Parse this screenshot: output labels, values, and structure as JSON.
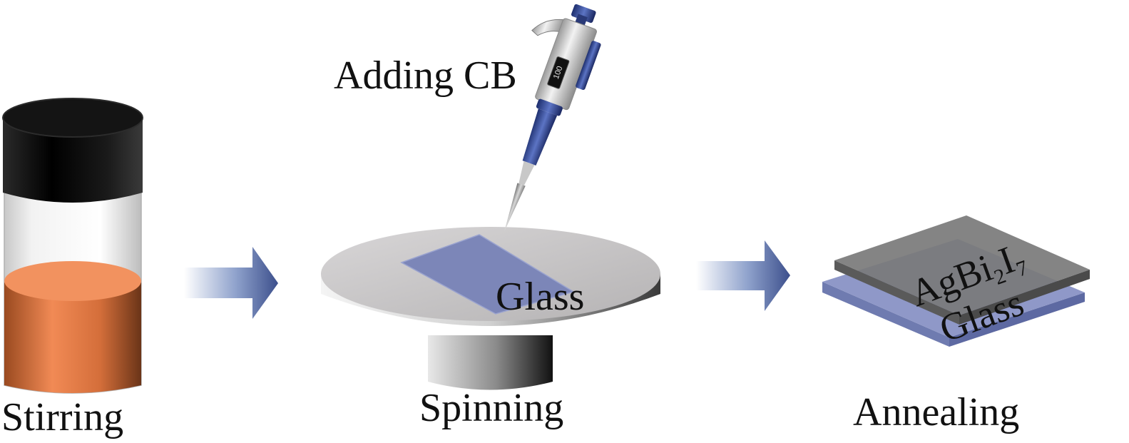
{
  "steps": {
    "stirring": {
      "label": "Stirring"
    },
    "spinning": {
      "label": "Spinning",
      "substrate_label": "Glass",
      "additive_label": "Adding CB",
      "pipette_display": "100"
    },
    "annealing": {
      "label": "Annealing",
      "film_formula": {
        "base": "AgBi",
        "sub1": "2",
        "mid": "I",
        "sub2": "7"
      },
      "substrate_label": "Glass"
    }
  },
  "colors": {
    "solution": "#e07a45",
    "cap": "#151515",
    "glass": "#7c86b8",
    "film": "#7a7a7a",
    "spin_plate": "#c9c7c8",
    "arrow": "#3c4f8c"
  }
}
